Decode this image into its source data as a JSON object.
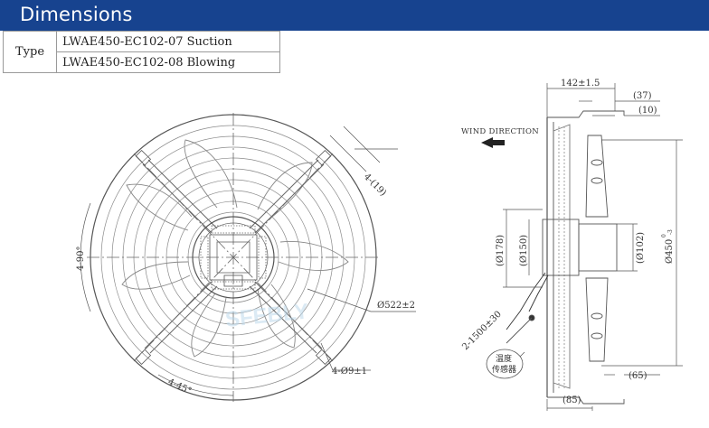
{
  "header": {
    "title": "Dimensions"
  },
  "type_table": {
    "label": "Type",
    "rows": [
      "LWAE450-EC102-07 Suction",
      "LWAE450-EC102-08 Blowing"
    ]
  },
  "front_view": {
    "labels": {
      "slots": "4-(19)",
      "angle_90": "4-90°",
      "angle_45": "4-45°",
      "guard_dia": "Ø522±2",
      "holes": "4-Ø9±1"
    }
  },
  "side_view": {
    "wind_direction": "WIND DIRECTION",
    "dims": {
      "depth": "142±1.5",
      "d37": "(37)",
      "d10": "(10)",
      "d178": "(Ø178)",
      "d150": "(Ø150)",
      "d102": "(Ø102)",
      "d450": "Ø450",
      "d450_tol_top": "0",
      "d450_tol_bot": "-3",
      "cable": "2-1500±30",
      "d65": "(65)",
      "d85": "(85)"
    },
    "sensor_line1": "温度",
    "sensor_line2": "传感器"
  },
  "colors": {
    "header_bg": "#17438f",
    "line": "#555555"
  }
}
